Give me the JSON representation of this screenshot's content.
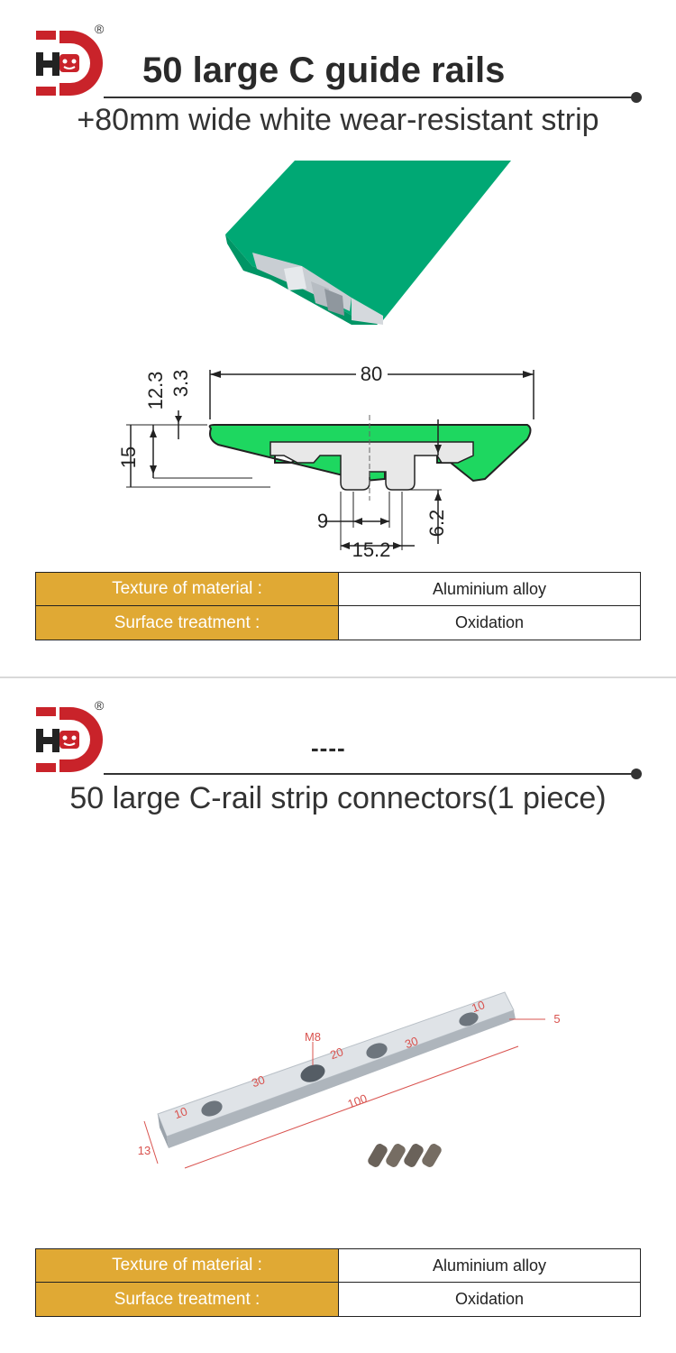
{
  "brand": {
    "logo_letters": "HD",
    "registered_mark": "®"
  },
  "section1": {
    "title": "50 large C guide rails",
    "subtitle": "+80mm wide white wear-resistant strip",
    "dimensions": {
      "width": "80",
      "height_total": "15",
      "height_a": "12.3",
      "height_b": "3.3",
      "slot": "9",
      "slot_pitch": "15.2",
      "slot_depth": "6.2"
    },
    "specs": [
      {
        "label": "Texture of material :",
        "value": "Aluminium alloy"
      },
      {
        "label": "Surface treatment :",
        "value": "Oxidation"
      }
    ]
  },
  "section2": {
    "title": "----",
    "subtitle": "50 large C-rail strip connectors(1 piece)",
    "dimensions": {
      "thread": "M8",
      "thickness": "5",
      "width": "13",
      "length": "100",
      "edge_left": "10",
      "edge_right": "10",
      "pitch_a": "30",
      "pitch_b": "20",
      "pitch_c": "30"
    },
    "specs": [
      {
        "label": "Texture of material :",
        "value": "Aluminium alloy"
      },
      {
        "label": "Surface treatment :",
        "value": "Oxidation"
      }
    ]
  },
  "colors": {
    "logo_red": "#c9232a",
    "accent_gold": "#e0a934",
    "rail_green": "#00a874",
    "drawing_green": "#1ed760",
    "dim_red": "#d9534f"
  }
}
